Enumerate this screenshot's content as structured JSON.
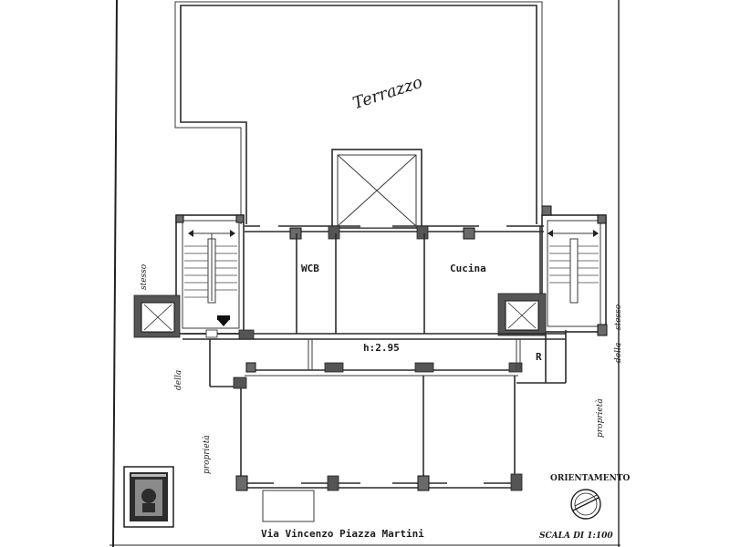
{
  "plan": {
    "terrace_label": "Terrazzo",
    "wc_label": "WCB",
    "kitchen_label": "Cucina",
    "height_label": "h:2.95",
    "r_label": "R",
    "street_label": "Via   Vincenzo   Piazza  Martini",
    "orientation_label": "ORIENTAMENTO",
    "scale_label": "SCALA DI 1:100",
    "boundary_left": [
      "stesso",
      "della",
      "proprietà"
    ],
    "boundary_right": [
      "stesso",
      "della",
      "proprietà"
    ]
  },
  "colors": {
    "paper": "#ffffff",
    "ink": "#2a2a2a",
    "hatch": "#555555"
  },
  "icons": {
    "stamp": "stamp-icon",
    "compass": "compass-icon",
    "stairs_arrow": "arrow-icon"
  }
}
